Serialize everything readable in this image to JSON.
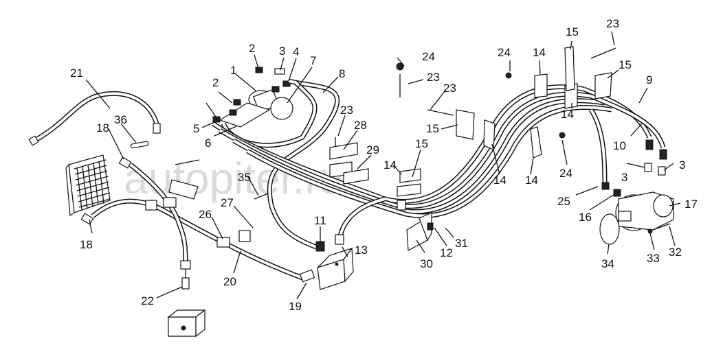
{
  "watermark": {
    "text": "autopiter.ru"
  },
  "callouts": [
    {
      "id": "c1",
      "text": "1"
    },
    {
      "id": "c2a",
      "text": "2"
    },
    {
      "id": "c2b",
      "text": "2"
    },
    {
      "id": "c3a",
      "text": "3"
    },
    {
      "id": "c3b",
      "text": "3"
    },
    {
      "id": "c3c",
      "text": "3"
    },
    {
      "id": "c4",
      "text": "4"
    },
    {
      "id": "c5",
      "text": "5"
    },
    {
      "id": "c6",
      "text": "6"
    },
    {
      "id": "c7",
      "text": "7"
    },
    {
      "id": "c8",
      "text": "8"
    },
    {
      "id": "c9",
      "text": "9"
    },
    {
      "id": "c10",
      "text": "10"
    },
    {
      "id": "c11",
      "text": "11"
    },
    {
      "id": "c12",
      "text": "12"
    },
    {
      "id": "c13",
      "text": "13"
    },
    {
      "id": "c14a",
      "text": "14"
    },
    {
      "id": "c14b",
      "text": "14"
    },
    {
      "id": "c14c",
      "text": "14"
    },
    {
      "id": "c14d",
      "text": "14"
    },
    {
      "id": "c14e",
      "text": "14"
    },
    {
      "id": "c15a",
      "text": "15"
    },
    {
      "id": "c15b",
      "text": "15"
    },
    {
      "id": "c15c",
      "text": "15"
    },
    {
      "id": "c15d",
      "text": "15"
    },
    {
      "id": "c16",
      "text": "16"
    },
    {
      "id": "c17",
      "text": "17"
    },
    {
      "id": "c18a",
      "text": "18"
    },
    {
      "id": "c18b",
      "text": "18"
    },
    {
      "id": "c19",
      "text": "19"
    },
    {
      "id": "c20",
      "text": "20"
    },
    {
      "id": "c21",
      "text": "21"
    },
    {
      "id": "c22",
      "text": "22"
    },
    {
      "id": "c23a",
      "text": "23"
    },
    {
      "id": "c23b",
      "text": "23"
    },
    {
      "id": "c23c",
      "text": "23"
    },
    {
      "id": "c23d",
      "text": "23"
    },
    {
      "id": "c24a",
      "text": "24"
    },
    {
      "id": "c24b",
      "text": "24"
    },
    {
      "id": "c24c",
      "text": "24"
    },
    {
      "id": "c25",
      "text": "25"
    },
    {
      "id": "c26",
      "text": "26"
    },
    {
      "id": "c27",
      "text": "27"
    },
    {
      "id": "c28",
      "text": "28"
    },
    {
      "id": "c29",
      "text": "29"
    },
    {
      "id": "c30",
      "text": "30"
    },
    {
      "id": "c31",
      "text": "31"
    },
    {
      "id": "c32",
      "text": "32"
    },
    {
      "id": "c33",
      "text": "33"
    },
    {
      "id": "c34",
      "text": "34"
    },
    {
      "id": "c35",
      "text": "35"
    },
    {
      "id": "c36",
      "text": "36"
    }
  ]
}
